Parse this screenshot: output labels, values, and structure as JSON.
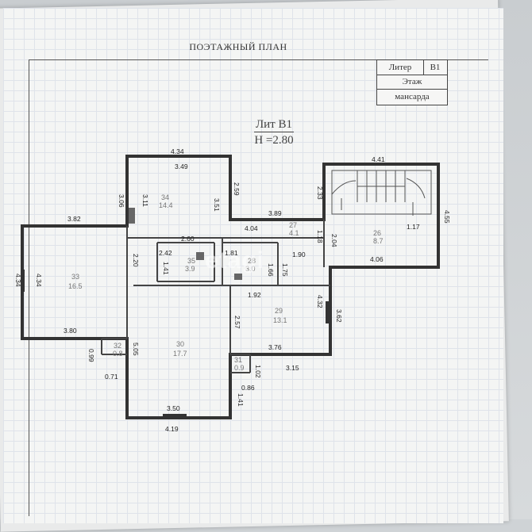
{
  "header": {
    "title": "ПОЭТАЖНЫЙ ПЛАН"
  },
  "stamp": {
    "liter_label": "Литер",
    "liter_value": "В1",
    "floor_label": "Этаж",
    "floor_value": "мансарда"
  },
  "lit": {
    "line1": "Лит  В1",
    "line2": "Н =2.80"
  },
  "rooms": [
    {
      "id": "34",
      "area": "14.4"
    },
    {
      "id": "33",
      "area": "16.5"
    },
    {
      "id": "35",
      "area": "3.9"
    },
    {
      "id": "28",
      "area": "3.0"
    },
    {
      "id": "27",
      "area": "4.1"
    },
    {
      "id": "26",
      "area": "8.7"
    },
    {
      "id": "29",
      "area": "13.1"
    },
    {
      "id": "30",
      "area": "17.7"
    },
    {
      "id": "32",
      "area": "0.8"
    },
    {
      "id": "31",
      "area": "0.9"
    }
  ],
  "dims": [
    "4.34",
    "3.49",
    "3.06",
    "3.11",
    "2.59",
    "3.51",
    "3.82",
    "2.60",
    "2.20",
    "4.34",
    "4.34",
    "3.80",
    "2.42",
    "1.41",
    "1.81",
    "1.66",
    "1.75",
    "1.90",
    "1.92",
    "3.89",
    "4.04",
    "1.18",
    "2.04",
    "2.33",
    "4.41",
    "1.17",
    "4.55",
    "4.06",
    "4.32",
    "3.62",
    "2.57",
    "3.76",
    "3.15",
    "1.02",
    "0.99",
    "0.71",
    "5.05",
    "0.86",
    "1.41",
    "3.50",
    "4.19"
  ],
  "watermark": "etagi"
}
